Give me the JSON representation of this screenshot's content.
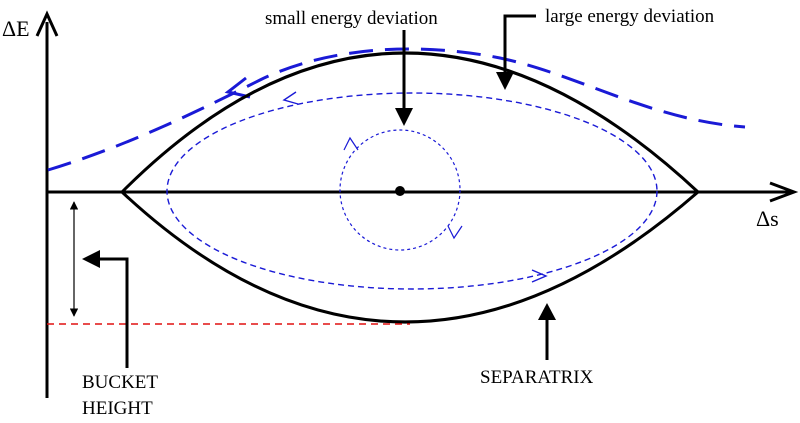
{
  "labels": {
    "energy_axis": "ΔE",
    "position_axis": "Δs",
    "small_deviation": "small energy deviation",
    "large_deviation": "large energy deviation",
    "bucket_height_line1": "BUCKET",
    "bucket_height_line2": "HEIGHT",
    "separatrix": "SEPARATRIX"
  },
  "colors": {
    "axis": "#000000",
    "separatrix": "#000000",
    "trajectory": "#1a1ad6",
    "bucket_height_line": "#e01010"
  }
}
